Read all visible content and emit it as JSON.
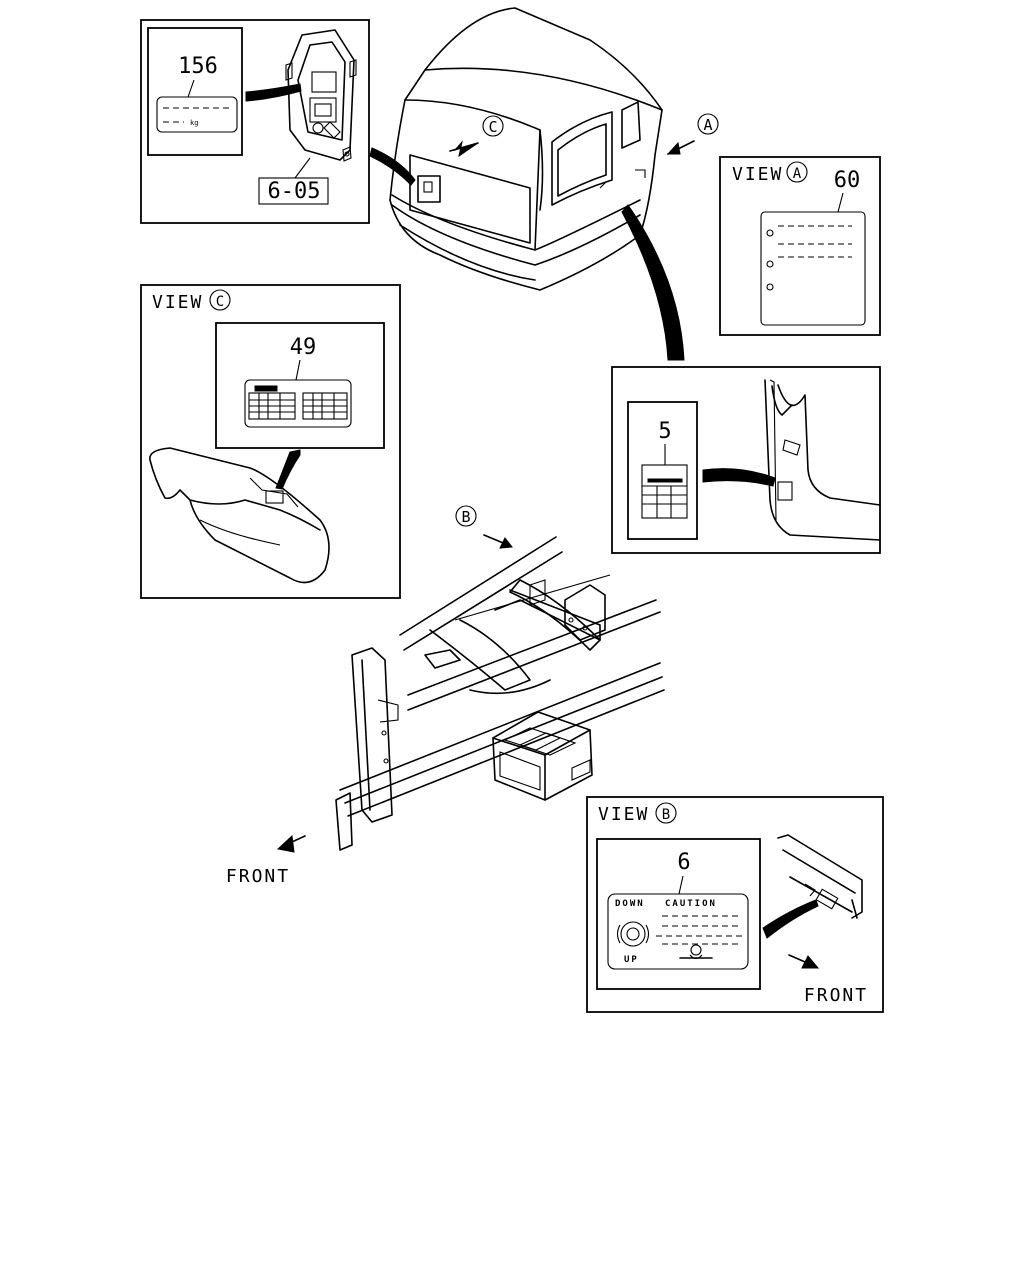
{
  "parts": {
    "p156": "156",
    "p6_05": "6-05",
    "p60": "60",
    "p49": "49",
    "p5": "5",
    "p6": "6"
  },
  "views": {
    "view_label": "VIEW",
    "a": "A",
    "b": "B",
    "c": "C"
  },
  "callouts": {
    "a": "A",
    "b": "B",
    "c": "C"
  },
  "label_156": {
    "unit": "kg"
  },
  "label_6": {
    "down": "DOWN",
    "caution": "CAUTION",
    "up": "UP"
  },
  "front": {
    "label_1": "FRONT",
    "label_2": "FRONT"
  }
}
